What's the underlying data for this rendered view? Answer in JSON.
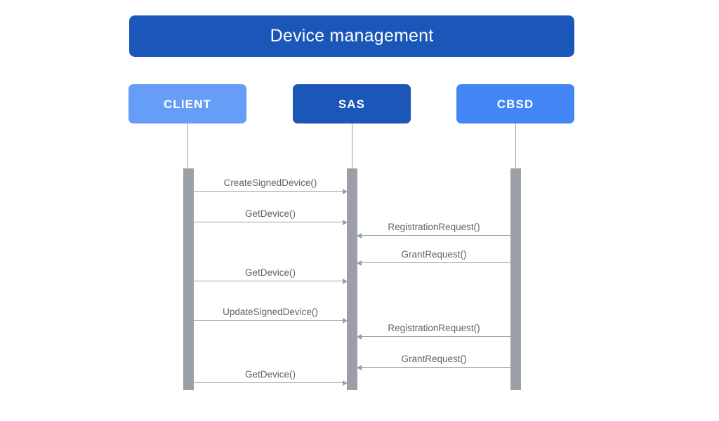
{
  "diagram": {
    "title": "Device management",
    "type": "sequence-diagram",
    "colors": {
      "title_bg": "#1A57B8",
      "client_bg": "#669DF6",
      "sas_bg": "#1A57B8",
      "cbsd_bg": "#4285F4",
      "lifeline": "#9AA0A6",
      "label_text": "#5F6368",
      "canvas_bg": "#FFFFFF"
    }
  },
  "participants": [
    {
      "id": "client",
      "label": "CLIENT"
    },
    {
      "id": "sas",
      "label": "SAS"
    },
    {
      "id": "cbsd",
      "label": "CBSD"
    }
  ],
  "messages": [
    {
      "label": "CreateSignedDevice()",
      "from": "client",
      "to": "sas",
      "direction": "right"
    },
    {
      "label": "GetDevice()",
      "from": "client",
      "to": "sas",
      "direction": "right"
    },
    {
      "label": "RegistrationRequest()",
      "from": "cbsd",
      "to": "sas",
      "direction": "left"
    },
    {
      "label": "GrantRequest()",
      "from": "cbsd",
      "to": "sas",
      "direction": "left"
    },
    {
      "label": "GetDevice()",
      "from": "client",
      "to": "sas",
      "direction": "right"
    },
    {
      "label": "UpdateSignedDevice()",
      "from": "client",
      "to": "sas",
      "direction": "right"
    },
    {
      "label": "RegistrationRequest()",
      "from": "cbsd",
      "to": "sas",
      "direction": "left"
    },
    {
      "label": "GrantRequest()",
      "from": "cbsd",
      "to": "sas",
      "direction": "left"
    },
    {
      "label": "GetDevice()",
      "from": "client",
      "to": "sas",
      "direction": "right"
    }
  ]
}
